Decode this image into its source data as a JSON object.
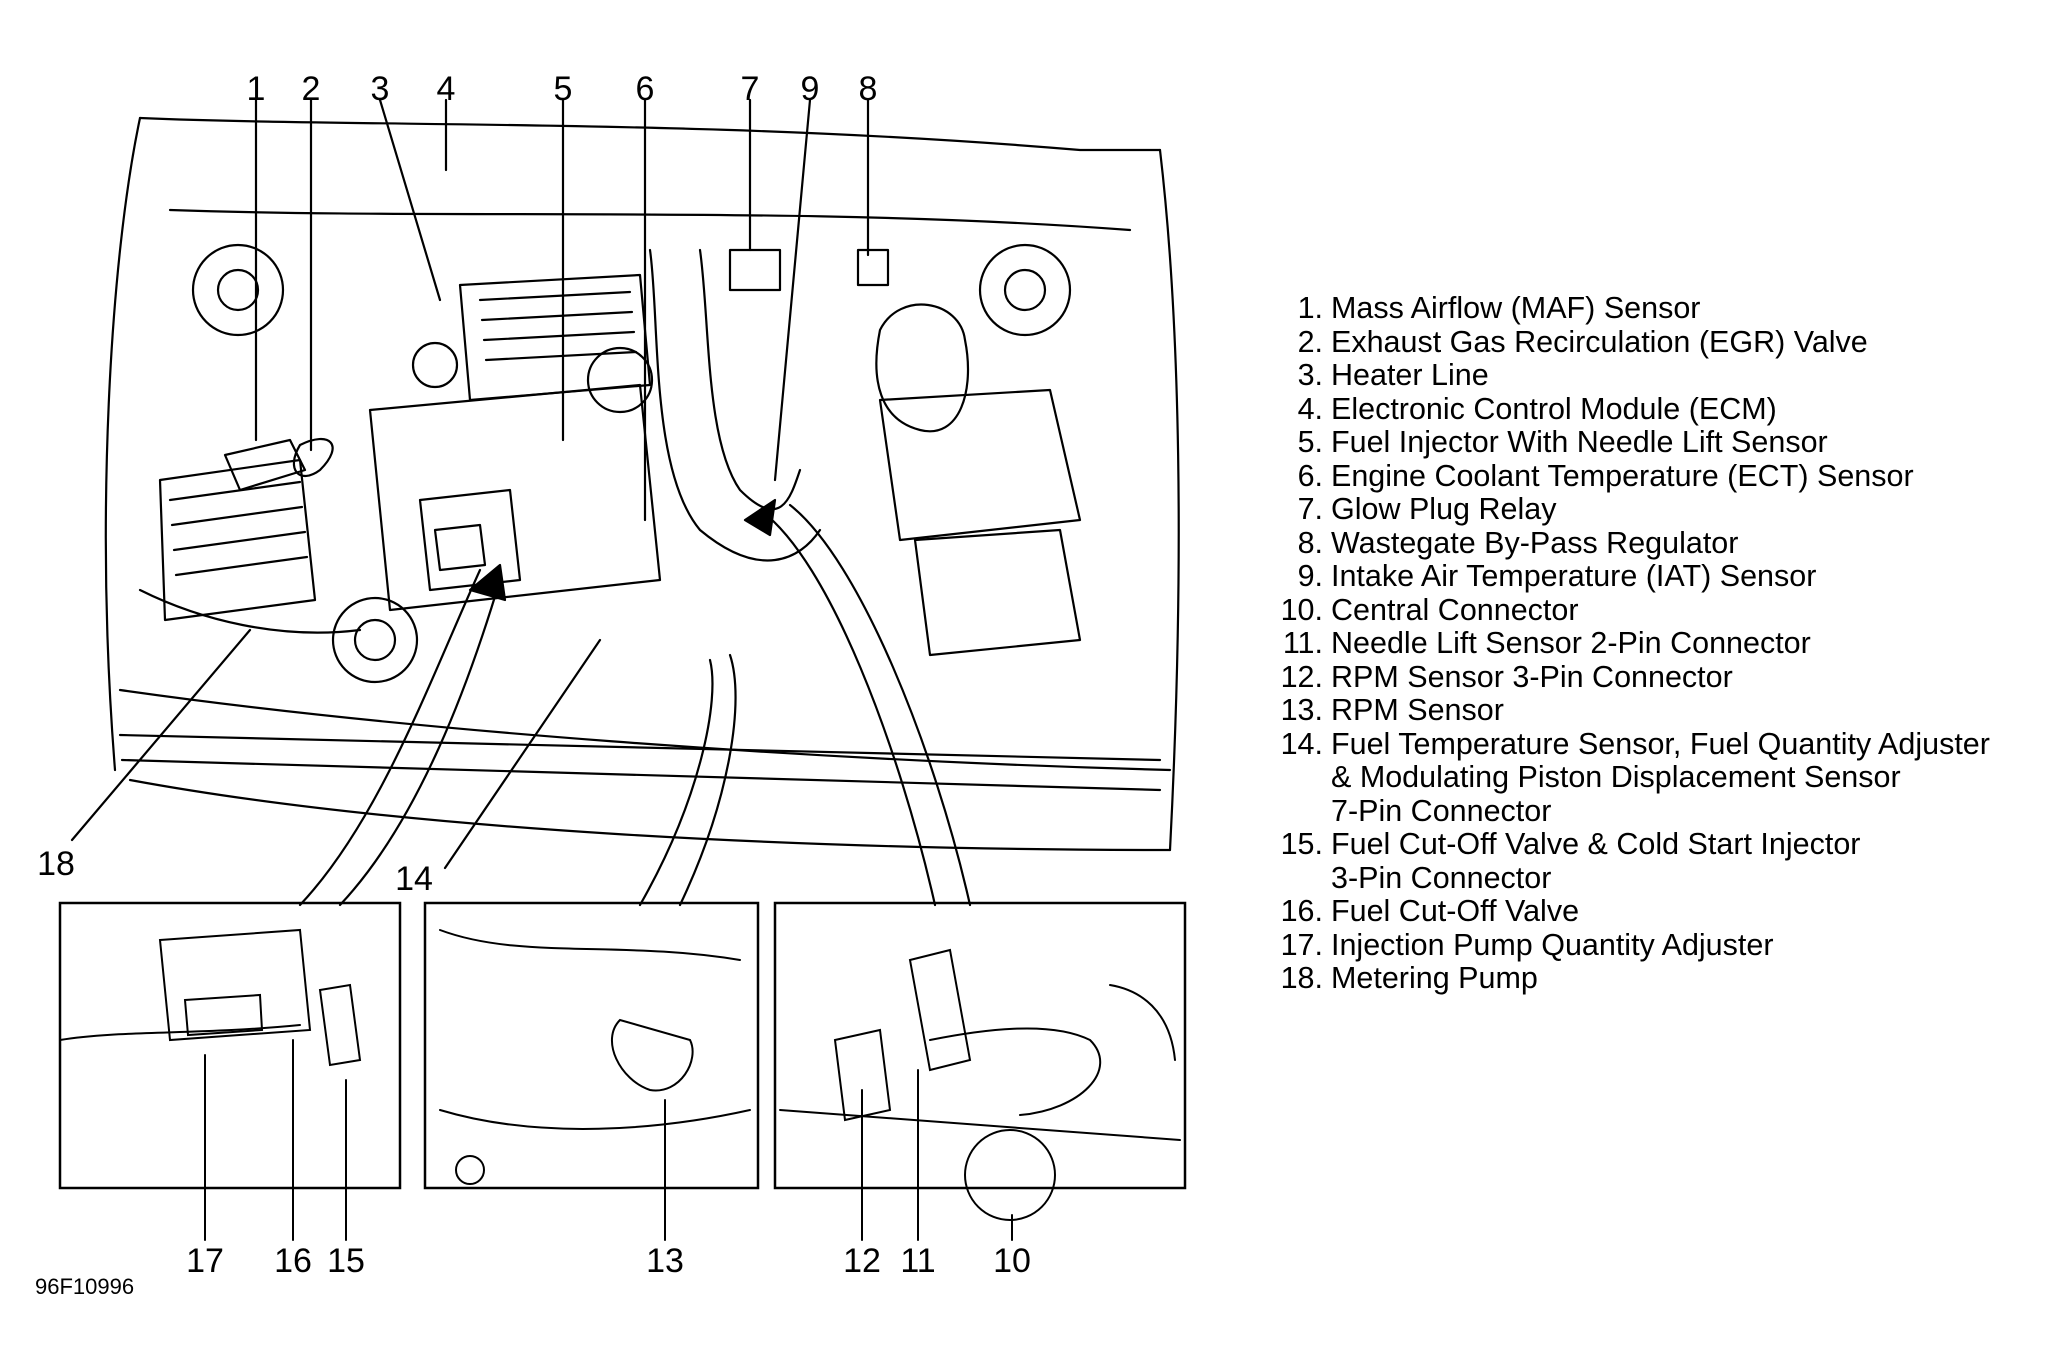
{
  "callouts": {
    "top": [
      "1",
      "2",
      "3",
      "4",
      "5",
      "6",
      "7",
      "9",
      "8"
    ],
    "left": "18",
    "center": "14",
    "bottom": [
      "17",
      "16",
      "15",
      "13",
      "12",
      "11",
      "10"
    ]
  },
  "figure_id": "96F10996",
  "legend": [
    {
      "num": "1.",
      "label": "Mass Airflow (MAF) Sensor"
    },
    {
      "num": "2.",
      "label": "Exhaust Gas Recirculation (EGR) Valve"
    },
    {
      "num": "3.",
      "label": "Heater Line"
    },
    {
      "num": "4.",
      "label": "Electronic Control Module (ECM)"
    },
    {
      "num": "5.",
      "label": "Fuel Injector With Needle Lift Sensor"
    },
    {
      "num": "6.",
      "label": "Engine Coolant Temperature (ECT) Sensor"
    },
    {
      "num": "7.",
      "label": "Glow Plug Relay"
    },
    {
      "num": "8.",
      "label": "Wastegate By-Pass Regulator"
    },
    {
      "num": "9.",
      "label": "Intake Air Temperature (IAT) Sensor"
    },
    {
      "num": "10.",
      "label": "Central Connector"
    },
    {
      "num": "11.",
      "label": "Needle Lift Sensor 2-Pin Connector"
    },
    {
      "num": "12.",
      "label": "RPM Sensor 3-Pin Connector"
    },
    {
      "num": "13.",
      "label": "RPM Sensor"
    },
    {
      "num": "14.",
      "label": "Fuel Temperature Sensor, Fuel Quantity Adjuster",
      "cont": [
        "& Modulating Piston Displacement Sensor",
        "7-Pin Connector"
      ]
    },
    {
      "num": "15.",
      "label": "Fuel Cut-Off Valve & Cold Start Injector",
      "cont": [
        "3-Pin Connector"
      ]
    },
    {
      "num": "16.",
      "label": "Fuel Cut-Off Valve"
    },
    {
      "num": "17.",
      "label": "Injection Pump Quantity Adjuster"
    },
    {
      "num": "18.",
      "label": "Metering Pump"
    }
  ]
}
